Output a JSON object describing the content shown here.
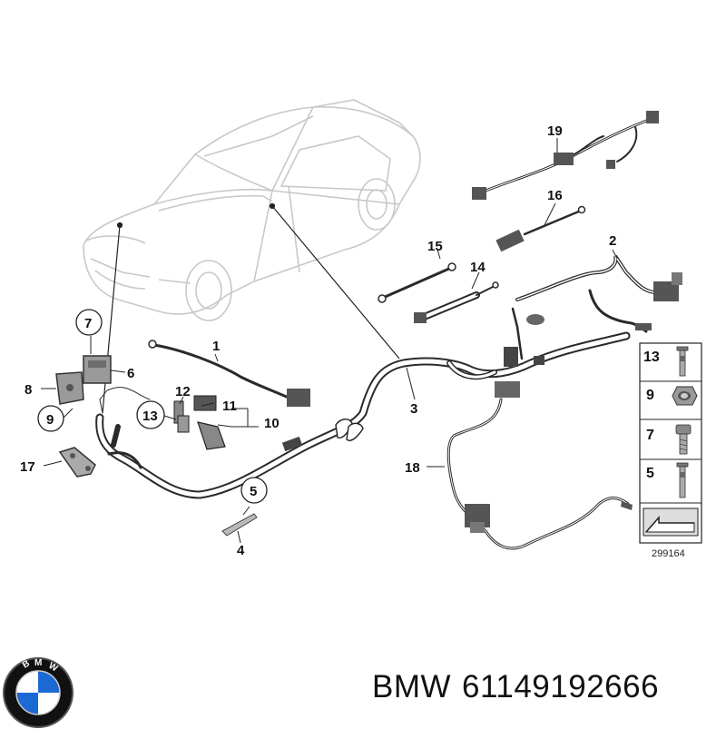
{
  "callouts": [
    "1",
    "2",
    "3",
    "4",
    "5",
    "6",
    "7",
    "8",
    "9",
    "10",
    "11",
    "12",
    "13",
    "14",
    "15",
    "16",
    "17",
    "18",
    "19"
  ],
  "legend": {
    "numbers": [
      "13",
      "9",
      "7",
      "5"
    ],
    "ref": "299164"
  },
  "caption": {
    "brand": "BMW",
    "part_number": "61149192666"
  },
  "logo": {
    "letters": "BMW",
    "colors": {
      "blue": "#1c69d4",
      "ring": "#111111",
      "white": "#ffffff"
    }
  }
}
